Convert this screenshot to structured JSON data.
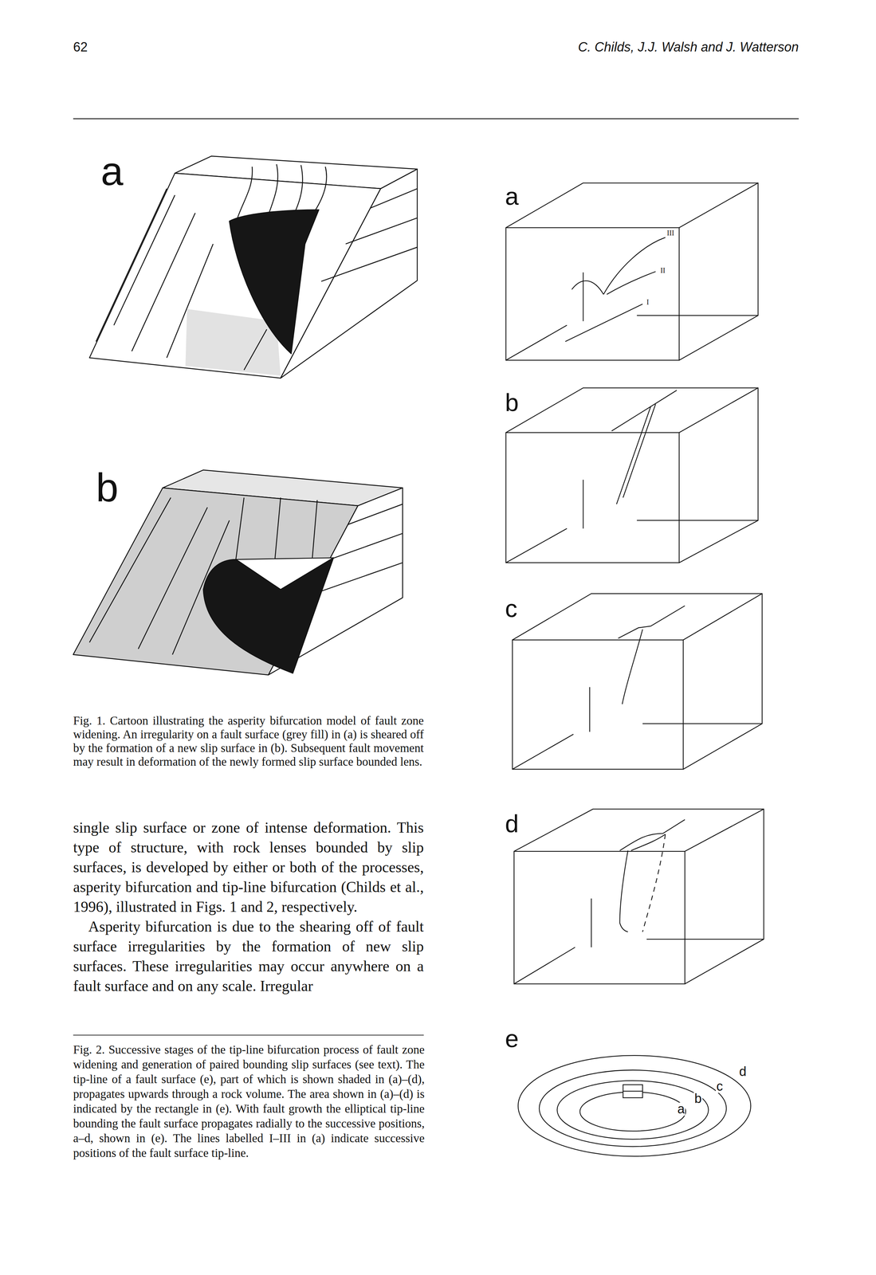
{
  "diagram": {
    "labels": [
      "62",
      "C. Childs, J.J. Walsh and J. Watterson",
      "a",
      "b",
      "Fig. 1. Cartoon illustrating the asperity bifurcation model of fault zone widening. An irregularity on a fault surface (grey fill) in (a) is sheared off by the formation of a new slip surface in (b). Subsequent fault movement may result in deformation of the newly formed slip surface bounded lens.",
      "single slip surface or zone of intense deformation. This type of structure, with rock lenses bounded by slip surfaces, is developed by either or both of the processes, asperity bifurcation and tip-line bifurcation (Childs et al., 1996), illustrated in Figs. 1 and 2, respectively.",
      "Asperity bifurcation is due to the shearing off of fault surface irregularities by the formation of new slip surfaces. These irregularities may occur anywhere on a fault surface and on any scale. Irregular",
      "Fig. 2. Successive stages of the tip-line bifurcation process of fault zone widening and generation of paired bounding slip surfaces (see text). The tip-line of a fault surface (e), part of which is shown shaded in (a)–(d), propagates upwards through a rock volume. The area shown in (a)–(d) is indicated by the rectangle in (e). With fault growth the elliptical tip-line bounding the fault surface propagates radially to the successive positions, a–d, shown in (e). The lines labelled I–III in (a) indicate successive positions of the fault surface tip-line.",
      "a",
      "III",
      "II",
      "I",
      "b",
      "c",
      "d",
      "e",
      "a",
      "b",
      "c",
      "d"
    ]
  }
}
